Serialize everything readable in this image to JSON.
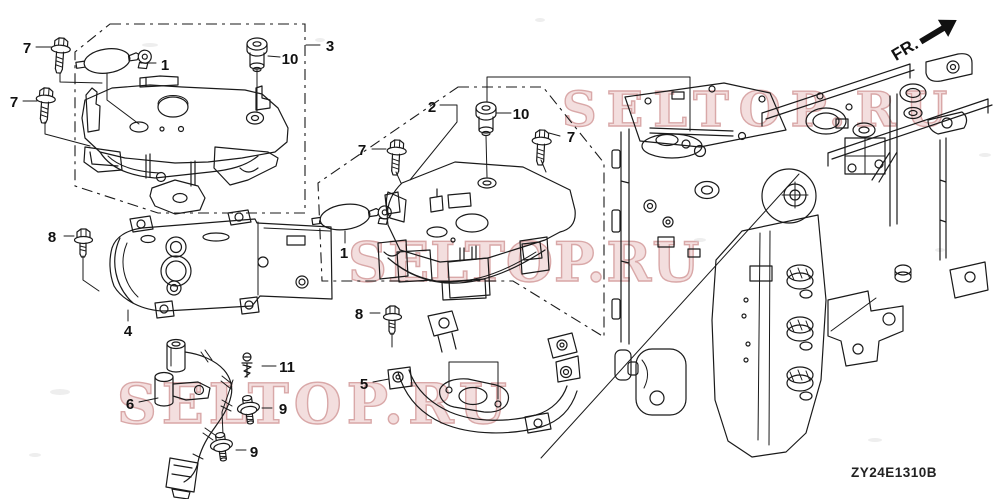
{
  "diagram": {
    "code": "ZY24E1310B",
    "direction": {
      "label": "FR."
    },
    "watermarks": [
      {
        "text": "SELTOP.RU"
      },
      {
        "text": "SELTOP.RU"
      },
      {
        "text": "SELTOP.RU"
      }
    ],
    "callouts": {
      "c1a": "1",
      "c1b": "1",
      "c2": "2",
      "c3": "3",
      "c4": "4",
      "c5": "5",
      "c6": "6",
      "c7a": "7",
      "c7b": "7",
      "c7c": "7",
      "c7d": "7",
      "c8a": "8",
      "c8b": "8",
      "c9a": "9",
      "c9b": "9",
      "c10a": "10",
      "c10b": "10",
      "c11": "11"
    },
    "colors": {
      "ink": "#1a1a1a",
      "watermark_stroke": "#d9a8a8",
      "watermark_fill": "#f3dede",
      "background": "#ffffff"
    }
  }
}
